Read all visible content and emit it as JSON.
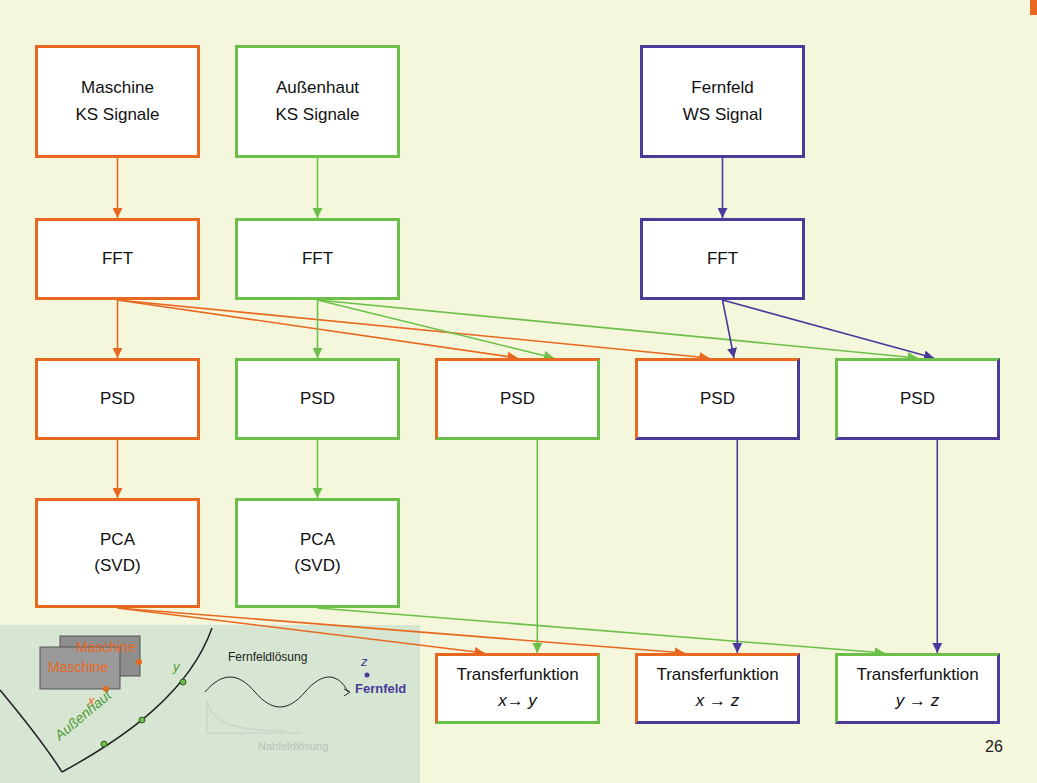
{
  "diagram": {
    "nodes": [
      {
        "text": [
          "Maschine",
          "KS Signale"
        ]
      },
      {
        "text": [
          "Außenhaut",
          "KS Signale"
        ]
      },
      {
        "text": [
          "Fernfeld",
          "WS Signal"
        ]
      },
      {
        "text": [
          "FFT"
        ]
      },
      {
        "text": [
          "FFT"
        ]
      },
      {
        "text": [
          "FFT"
        ]
      },
      {
        "text": [
          "PSD"
        ]
      },
      {
        "text": [
          "PSD"
        ]
      },
      {
        "text": [
          "PSD"
        ]
      },
      {
        "text": [
          "PSD"
        ]
      },
      {
        "text": [
          "PSD"
        ]
      },
      {
        "text": [
          "PCA",
          "(SVD)"
        ]
      },
      {
        "text": [
          "PCA",
          "(SVD)"
        ]
      },
      {
        "text": [
          "Transferfunktion",
          "x→ y"
        ]
      },
      {
        "text": [
          "Transferfunktion",
          "x → z"
        ]
      },
      {
        "text": [
          "Transferfunktion",
          "y → z"
        ]
      }
    ],
    "edges": [
      {
        "from": 0,
        "to": 3,
        "arrow": "to"
      },
      {
        "from": 1,
        "to": 4,
        "arrow": "to"
      },
      {
        "from": 2,
        "to": 5,
        "arrow": "to"
      },
      {
        "from": 3,
        "to": 6,
        "arrow": "to"
      },
      {
        "from": 3,
        "to": 8,
        "arrow": "to"
      },
      {
        "from": 3,
        "to": 9,
        "arrow": "to"
      },
      {
        "from": 4,
        "to": 7,
        "arrow": "to"
      },
      {
        "from": 4,
        "to": 8,
        "arrow": "to"
      },
      {
        "from": 4,
        "to": 10,
        "arrow": "to"
      },
      {
        "from": 5,
        "to": 9,
        "arrow": "to"
      },
      {
        "from": 5,
        "to": 10,
        "arrow": "to"
      },
      {
        "from": 6,
        "to": 11,
        "arrow": "to"
      },
      {
        "from": 7,
        "to": 12,
        "arrow": "to"
      },
      {
        "from": 11,
        "to": 13,
        "arrow": "to"
      },
      {
        "from": 11,
        "to": 14,
        "arrow": "to"
      },
      {
        "from": 12,
        "to": 15,
        "arrow": "to"
      },
      {
        "from": 8,
        "to": 13,
        "arrow": "to"
      },
      {
        "from": 9,
        "to": 14,
        "arrow": "to"
      },
      {
        "from": 10,
        "to": 15,
        "arrow": "to"
      }
    ],
    "labels": [
      "Maschine",
      "Maschine",
      "x",
      "y",
      "Außenhaut",
      "Fernfeldlösung",
      "z",
      "Fernfeld",
      "Nahfeldlösung",
      "26"
    ]
  }
}
